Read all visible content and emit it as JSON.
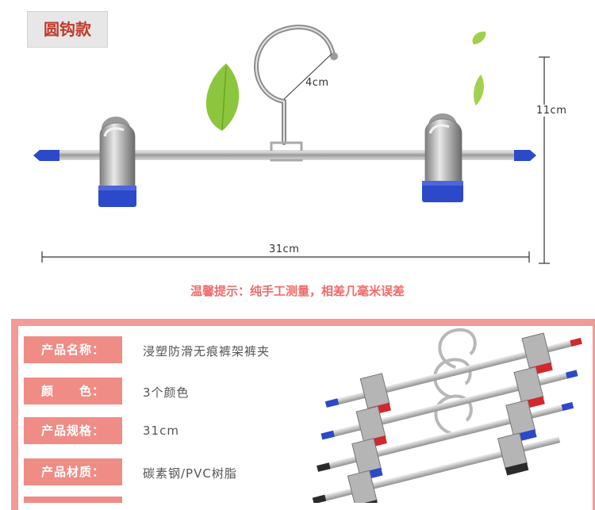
{
  "style_tag": "圆钩款",
  "dimensions": {
    "hook": "4cm",
    "height": "11cm",
    "width": "31cm"
  },
  "note": "温馨提示：纯手工测量，相差几毫米误差",
  "specs": [
    {
      "label": "产品名称：",
      "value": "浸塑防滑无痕裤架裤夹"
    },
    {
      "label": "颜　　色：",
      "value": "3个颜色"
    },
    {
      "label": "产品规格：",
      "value": "31cm"
    },
    {
      "label": "产品材质：",
      "value": "碳素钢/PVC树脂"
    }
  ],
  "colors": {
    "label_bg": "#f08c86",
    "panel_border": "#f29a97",
    "note_text": "#f06b6b",
    "clip_blue": "#2c49c9",
    "clip_red": "#d2282e",
    "leaf_green": "#8cc63f"
  }
}
